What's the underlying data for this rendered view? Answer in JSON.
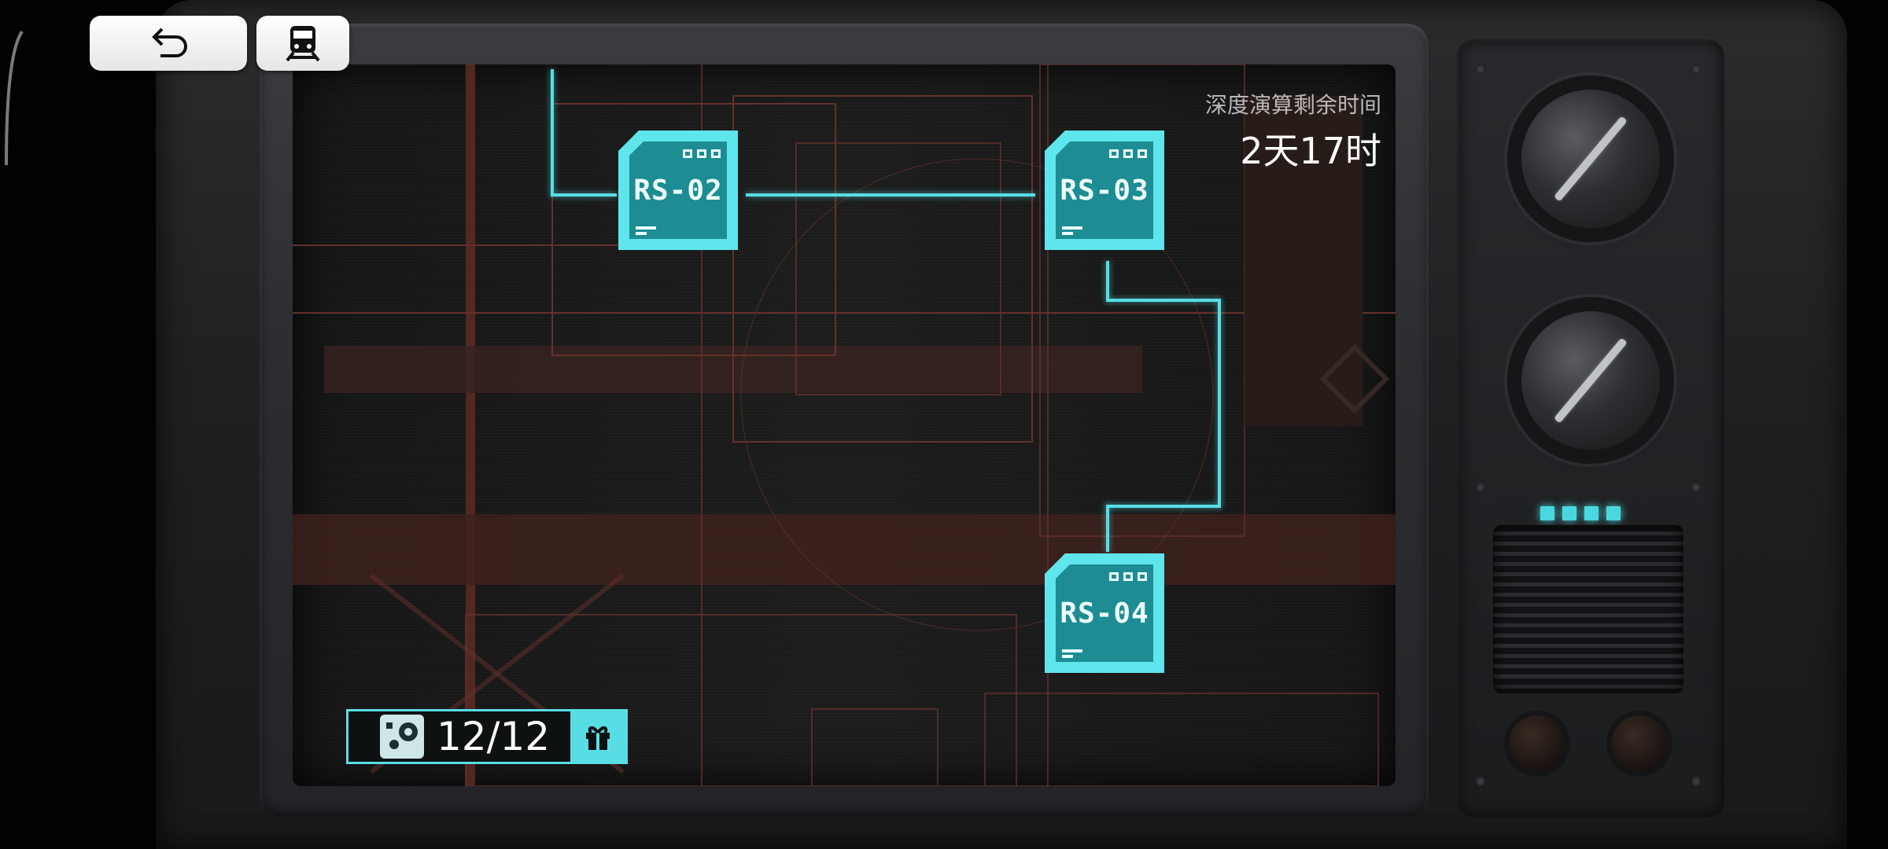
{
  "toolbar": {
    "back_icon": "back-arrow-icon",
    "train_icon": "train-icon"
  },
  "timer": {
    "label": "深度演算剩余时间",
    "value": "2天17时"
  },
  "nodes": [
    {
      "id": "rs02",
      "label": "RS-02"
    },
    {
      "id": "rs03",
      "label": "RS-03"
    },
    {
      "id": "rs04",
      "label": "RS-04"
    }
  ],
  "counter": {
    "value": "12/12",
    "icon": "data-chip-icon",
    "reward_icon": "gift-icon"
  },
  "colors": {
    "accent_cyan": "#5fe6ec",
    "blueprint_red": "#7a3b33"
  }
}
